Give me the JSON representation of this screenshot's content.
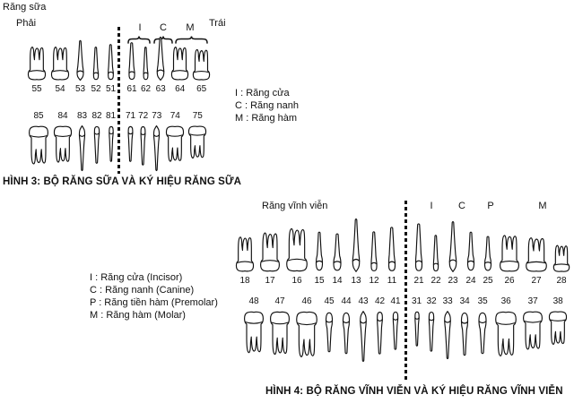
{
  "page": {
    "background": "#ffffff",
    "ink": "#111111"
  },
  "fig3": {
    "title": "Răng sữa",
    "left_side_label": "Phải",
    "right_side_label": "Trái",
    "groups": [
      "I",
      "C",
      "M"
    ],
    "legend": [
      "I : Răng cửa",
      "C : Răng nanh",
      "M : Răng hàm"
    ],
    "caption": "HÌNH 3: BỘ RĂNG SỮA VÀ KÝ HIỆU RĂNG SỮA",
    "upper_left": [
      {
        "num": "55",
        "type": "molar",
        "w": 22,
        "h": 40
      },
      {
        "num": "54",
        "type": "molar",
        "w": 22,
        "h": 40
      },
      {
        "num": "53",
        "type": "canine",
        "w": 15,
        "h": 45
      },
      {
        "num": "52",
        "type": "incisor",
        "w": 12,
        "h": 38
      },
      {
        "num": "51",
        "type": "incisor",
        "w": 13,
        "h": 41
      }
    ],
    "upper_right": [
      {
        "num": "61",
        "type": "incisor",
        "w": 14,
        "h": 43
      },
      {
        "num": "62",
        "type": "incisor",
        "w": 11,
        "h": 38
      },
      {
        "num": "63",
        "type": "canine",
        "w": 16,
        "h": 49
      },
      {
        "num": "64",
        "type": "molar",
        "w": 21,
        "h": 40
      },
      {
        "num": "65",
        "type": "molar",
        "w": 21,
        "h": 37
      }
    ],
    "lower_left": [
      {
        "num": "85",
        "type": "molar",
        "w": 24,
        "h": 46
      },
      {
        "num": "84",
        "type": "molar",
        "w": 22,
        "h": 44
      },
      {
        "num": "83",
        "type": "canine",
        "w": 13,
        "h": 51
      },
      {
        "num": "82",
        "type": "incisor",
        "w": 12,
        "h": 43
      },
      {
        "num": "81",
        "type": "incisor",
        "w": 10,
        "h": 41
      }
    ],
    "lower_right": [
      {
        "num": "71",
        "type": "incisor",
        "w": 11,
        "h": 41
      },
      {
        "num": "72",
        "type": "incisor",
        "w": 11,
        "h": 45
      },
      {
        "num": "73",
        "type": "canine",
        "w": 13,
        "h": 51
      },
      {
        "num": "74",
        "type": "molar",
        "w": 22,
        "h": 43
      },
      {
        "num": "75",
        "type": "molar",
        "w": 22,
        "h": 39
      }
    ]
  },
  "fig4": {
    "title": "Răng vĩnh viễn",
    "groups": [
      "I",
      "C",
      "P",
      "M"
    ],
    "legend": [
      "I : Răng cửa (Incisor)",
      "C : Răng nanh (Canine)",
      "P : Răng tiền hàm (Premolar)",
      "M : Răng hàm (Molar)"
    ],
    "caption": "HÌNH 4: BỘ RĂNG VĨNH VIỄN VÀ KÝ HIỆU RĂNG VĨNH VIỄN",
    "upper_left": [
      {
        "num": "18",
        "type": "molar",
        "w": 22,
        "h": 42
      },
      {
        "num": "17",
        "type": "molar",
        "w": 24,
        "h": 47
      },
      {
        "num": "16",
        "type": "molar",
        "w": 26,
        "h": 52
      },
      {
        "num": "15",
        "type": "premolar",
        "w": 14,
        "h": 46
      },
      {
        "num": "14",
        "type": "premolar",
        "w": 16,
        "h": 44
      },
      {
        "num": "13",
        "type": "canine",
        "w": 16,
        "h": 60
      },
      {
        "num": "12",
        "type": "incisor",
        "w": 14,
        "h": 46
      },
      {
        "num": "11",
        "type": "incisor",
        "w": 16,
        "h": 51
      }
    ],
    "upper_right": [
      {
        "num": "21",
        "type": "incisor",
        "w": 16,
        "h": 55
      },
      {
        "num": "22",
        "type": "incisor",
        "w": 12,
        "h": 42
      },
      {
        "num": "23",
        "type": "canine",
        "w": 16,
        "h": 57
      },
      {
        "num": "24",
        "type": "premolar",
        "w": 14,
        "h": 46
      },
      {
        "num": "25",
        "type": "premolar",
        "w": 14,
        "h": 41
      },
      {
        "num": "26",
        "type": "molar",
        "w": 24,
        "h": 44
      },
      {
        "num": "27",
        "type": "molar",
        "w": 26,
        "h": 41
      },
      {
        "num": "28",
        "type": "molar",
        "w": 20,
        "h": 32
      }
    ],
    "lower_left": [
      {
        "num": "48",
        "type": "molar",
        "w": 24,
        "h": 50
      },
      {
        "num": "47",
        "type": "molar",
        "w": 24,
        "h": 52
      },
      {
        "num": "46",
        "type": "molar",
        "w": 26,
        "h": 55
      },
      {
        "num": "45",
        "type": "premolar",
        "w": 14,
        "h": 47
      },
      {
        "num": "44",
        "type": "premolar",
        "w": 14,
        "h": 49
      },
      {
        "num": "43",
        "type": "canine",
        "w": 14,
        "h": 57
      },
      {
        "num": "42",
        "type": "incisor",
        "w": 13,
        "h": 49
      },
      {
        "num": "41",
        "type": "incisor",
        "w": 12,
        "h": 44
      }
    ],
    "lower_right": [
      {
        "num": "31",
        "type": "incisor",
        "w": 10,
        "h": 40
      },
      {
        "num": "32",
        "type": "incisor",
        "w": 12,
        "h": 46
      },
      {
        "num": "33",
        "type": "canine",
        "w": 14,
        "h": 54
      },
      {
        "num": "34",
        "type": "premolar",
        "w": 14,
        "h": 51
      },
      {
        "num": "35",
        "type": "premolar",
        "w": 16,
        "h": 49
      },
      {
        "num": "36",
        "type": "molar",
        "w": 26,
        "h": 54
      },
      {
        "num": "37",
        "type": "molar",
        "w": 24,
        "h": 46
      },
      {
        "num": "38",
        "type": "molar",
        "w": 22,
        "h": 40
      }
    ]
  }
}
